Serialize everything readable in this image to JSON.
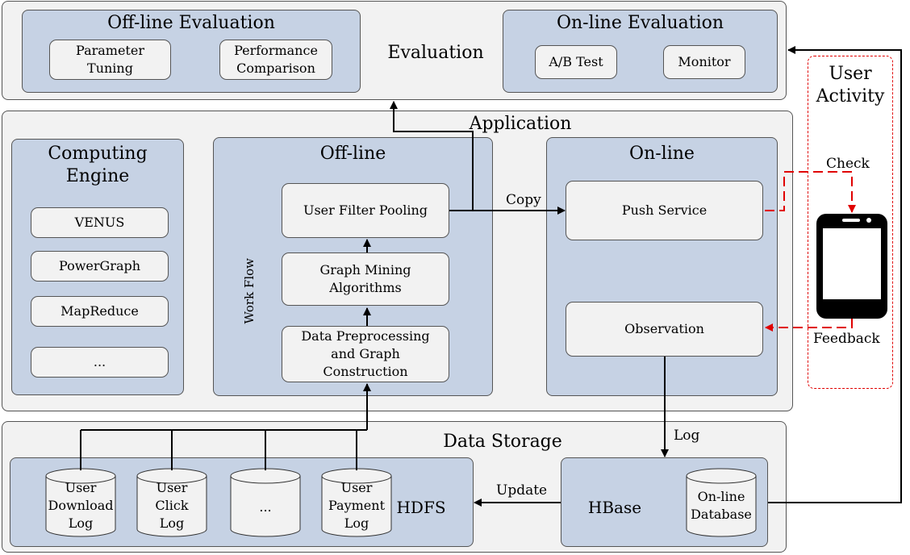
{
  "evaluation": {
    "title": "Evaluation",
    "offline": {
      "title": "Off-line Evaluation",
      "items": [
        "Parameter\nTuning",
        "Performance\nComparison"
      ]
    },
    "online": {
      "title": "On-line Evaluation",
      "items": [
        "A/B Test",
        "Monitor"
      ]
    }
  },
  "application": {
    "title": "Application",
    "computing": {
      "title": "Computing\nEngine",
      "items": [
        "VENUS",
        "PowerGraph",
        "MapReduce",
        "..."
      ]
    },
    "offline": {
      "title": "Off-line",
      "workflow_label": "Work Flow",
      "steps": [
        "User Filter Pooling",
        "Graph Mining\nAlgorithms",
        "Data Preprocessing\nand Graph\nConstruction"
      ]
    },
    "online": {
      "title": "On-line",
      "push": "Push Service",
      "observation": "Observation"
    }
  },
  "user_activity": {
    "title": "User\nActivity",
    "check": "Check",
    "feedback": "Feedback"
  },
  "data_storage": {
    "title": "Data Storage",
    "hdfs": {
      "label": "HDFS",
      "logs": [
        "User\nDownload\nLog",
        "User\nClick\nLog",
        "...",
        "User\nPayment\nLog"
      ]
    },
    "hbase": {
      "label": "HBase",
      "db": "On-line\nDatabase"
    }
  },
  "edges": {
    "copy": "Copy",
    "log": "Log",
    "update": "Update"
  },
  "colors": {
    "panel": "#c6d2e4",
    "outer": "#f2f2f2",
    "feedback": "#e00000"
  }
}
